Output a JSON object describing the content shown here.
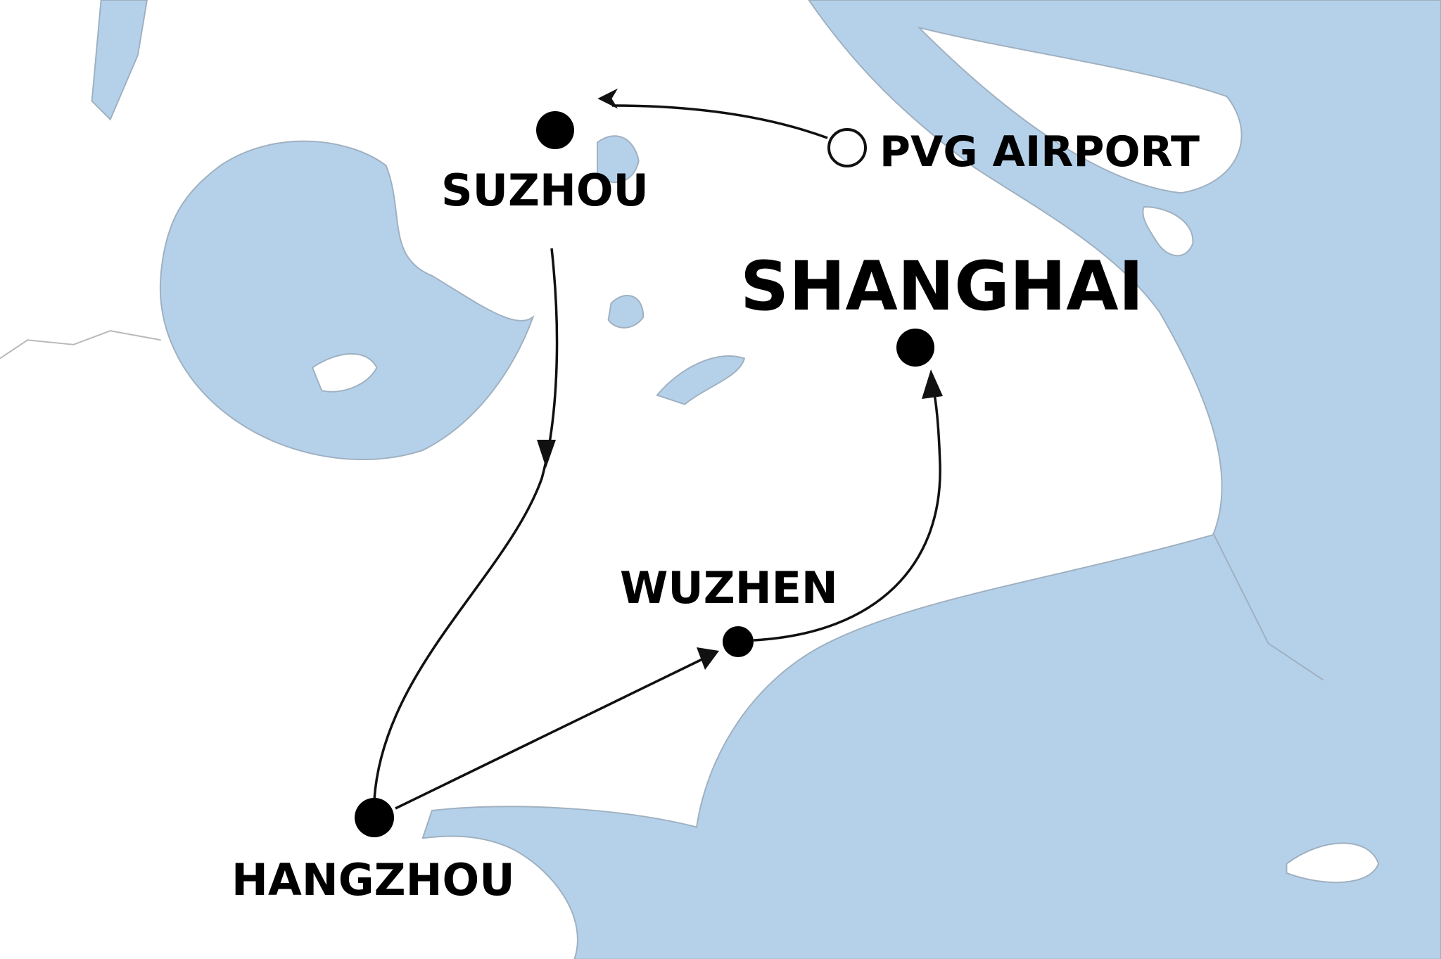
{
  "map": {
    "colors": {
      "water": "#b5d1ea",
      "land": "#ffffff",
      "route": "#111111"
    },
    "places": [
      {
        "id": "suzhou",
        "label": "SUZHOU",
        "marker": "filled"
      },
      {
        "id": "pvg",
        "label": "PVG AIRPORT",
        "marker": "hollow"
      },
      {
        "id": "shanghai",
        "label": "SHANGHAI",
        "marker": "filled"
      },
      {
        "id": "wuzhen",
        "label": "WUZHEN",
        "marker": "filled"
      },
      {
        "id": "hangzhou",
        "label": "HANGZHOU",
        "marker": "filled"
      }
    ],
    "route": [
      "PVG AIRPORT",
      "SUZHOU",
      "HANGZHOU",
      "WUZHEN",
      "SHANGHAI"
    ]
  }
}
